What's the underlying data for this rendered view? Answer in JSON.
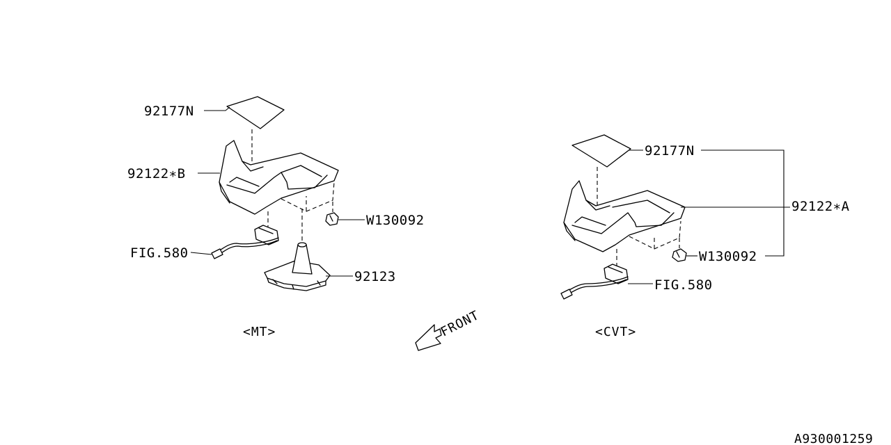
{
  "diagram_id": "A930001259",
  "front_label": "FRONT",
  "mt": {
    "caption": "<MT>",
    "labels": {
      "pad": "92177N",
      "cover": "92122∗B",
      "clip": "W130092",
      "harness": "FIG.580",
      "boot": "92123"
    }
  },
  "cvt": {
    "caption": "<CVT>",
    "labels": {
      "pad": "92177N",
      "cover": "92122∗A",
      "clip": "W130092",
      "harness": "FIG.580"
    }
  }
}
